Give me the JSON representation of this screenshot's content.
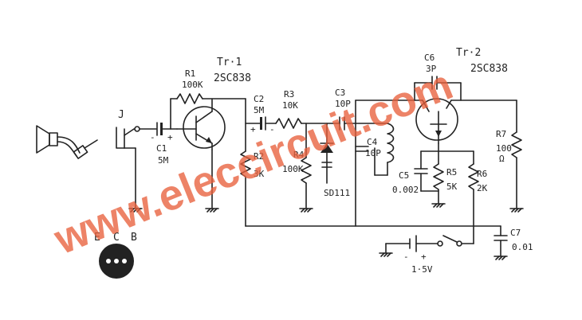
{
  "transistors": {
    "tr1": {
      "name": "Tr·1",
      "part": "2SC838"
    },
    "tr2": {
      "name": "Tr·2",
      "part": "2SC838"
    }
  },
  "components": {
    "j": "J",
    "r1": {
      "name": "R1",
      "value": "100K"
    },
    "c1": {
      "name": "C1",
      "value": "5M"
    },
    "c2": {
      "name": "C2",
      "value": "5M"
    },
    "r2": {
      "name": "R2",
      "value": "3K"
    },
    "r3": {
      "name": "R3",
      "value": "10K"
    },
    "r4": {
      "name": "R4",
      "value": "100K"
    },
    "c3": {
      "name": "C3",
      "value": "10P"
    },
    "c4": {
      "name": "C4",
      "value": "10P"
    },
    "diode": "SD111",
    "c6": {
      "name": "C6",
      "value": "3P"
    },
    "r5": {
      "name": "R5",
      "value": "5K"
    },
    "c5": {
      "name": "C5",
      "value": "0.002"
    },
    "r6": {
      "name": "R6",
      "value": "2K"
    },
    "r7": {
      "name": "R7",
      "value": "100",
      "unit": "Ω"
    },
    "c7": {
      "name": "C7",
      "value": "0.01"
    },
    "battery": {
      "value": "1·5V",
      "minus": "-",
      "plus": "+"
    }
  },
  "pinout": {
    "e": "E",
    "c": "C",
    "b": "B"
  },
  "watermark": "www.eleccircuit.com"
}
